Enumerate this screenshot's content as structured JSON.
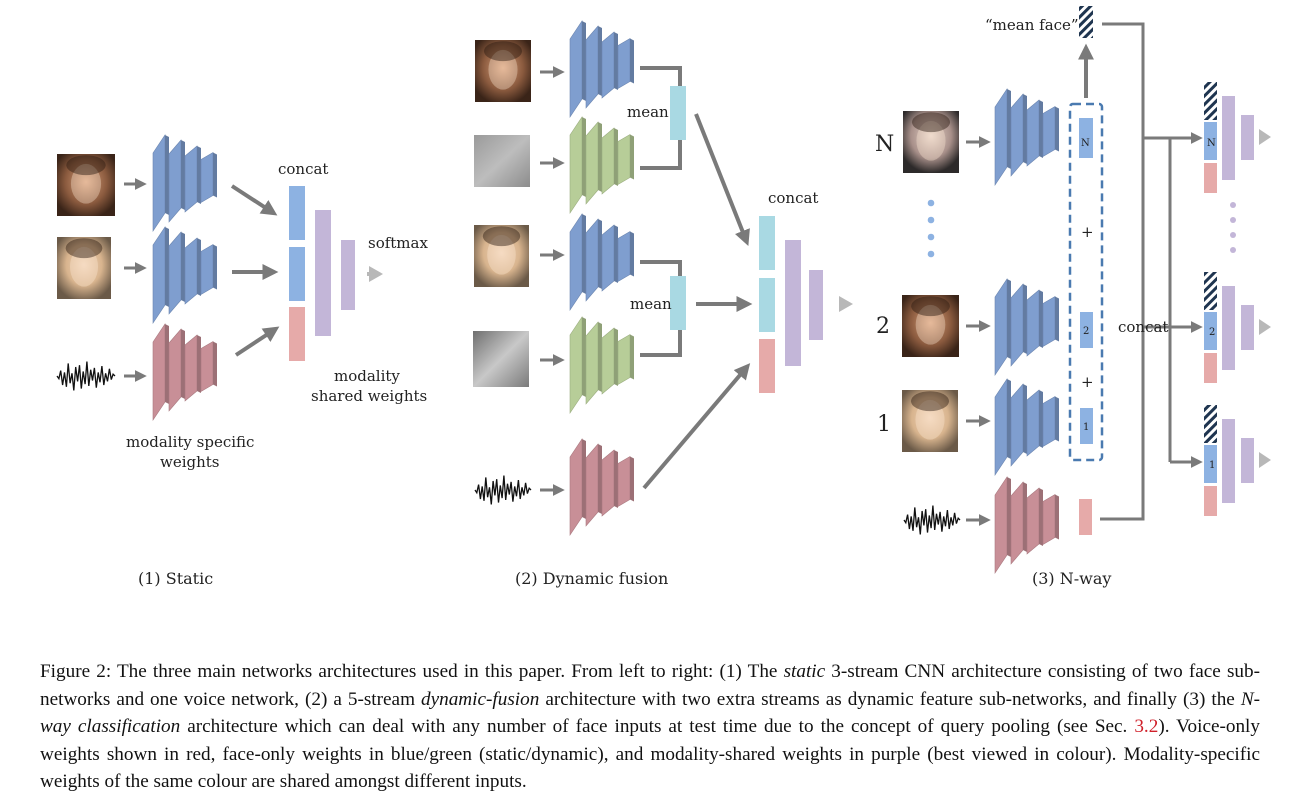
{
  "colors": {
    "face_static": "#7f9ecf",
    "face_dynamic": "#b7cd98",
    "voice": "#c88f97",
    "shared": "#c3b6d8",
    "concat_face": "#8db2e2",
    "concat_voice": "#e6aaa9",
    "mean_vec": "#a9d9e3",
    "arrow": "#7a7a7a",
    "dash_box": "#4a7ab0",
    "caption_ref": "#d0202a"
  },
  "panel1": {
    "title": "(1) Static",
    "concat_label": "concat",
    "softmax_label": "softmax",
    "shared_label_line1": "modality",
    "shared_label_line2": "shared weights",
    "specific_label_line1": "modality specific",
    "specific_label_line2": "weights"
  },
  "panel2": {
    "title": "(2) Dynamic fusion",
    "mean_label_top": "mean",
    "mean_label_bottom": "mean",
    "concat_label": "concat"
  },
  "panel3": {
    "title": "(3) N-way",
    "mean_face_label": "“mean face”",
    "concat_label": "concat",
    "row_label_n": "N",
    "row_label_2": "2",
    "row_label_1": "1",
    "vec_label_n": "N",
    "vec_label_2": "2",
    "vec_label_1": "1",
    "plus_top": "+",
    "plus_bottom": "+",
    "out_label_n": "N",
    "out_label_2": "2",
    "out_label_1": "1"
  },
  "caption": {
    "prefix": "Figure 2:",
    "part1": " The three main networks architectures used in this paper. From left to right: (1) The ",
    "em1": "static",
    "part2": " 3-stream CNN architecture consisting of two face sub-networks and one voice network, (2) a 5-stream ",
    "em2": "dynamic-fusion",
    "part3": " architecture with two extra streams as dynamic feature sub-networks, and finally (3) the ",
    "em3": "N-way classification",
    "part4": " architecture which can deal with any number of face inputs at test time due to the concept of query pooling (see Sec. ",
    "ref": "3.2",
    "part5": "). Voice-only weights shown in red, face-only weights in blue/green (static/dynamic), and modality-shared weights in purple (best viewed in colour). Modality-specific weights of the same colour are shared amongst different inputs."
  }
}
